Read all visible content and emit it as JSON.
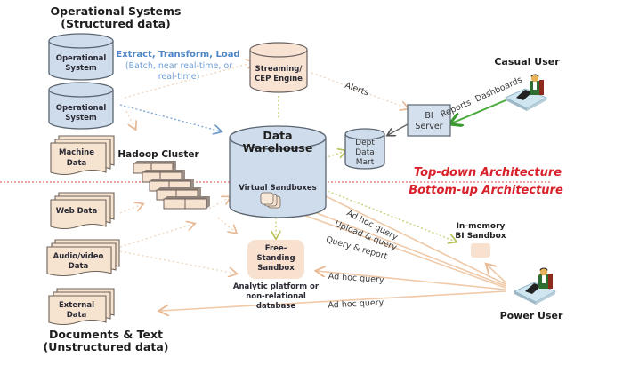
{
  "diagram": {
    "sections": {
      "structured_title": [
        "Operational Systems",
        "(Structured data)"
      ],
      "unstructured_title": [
        "Documents & Text",
        "(Unstructured data)"
      ],
      "top_down": "Top-down Architecture",
      "bottom_up": "Bottom-up Architecture"
    },
    "etl": {
      "title": "Extract, Transform, Load",
      "subtitle": [
        "(Batch, near real-time, or",
        "real-time)"
      ]
    },
    "nodes": {
      "operational_1": [
        "Operational",
        "System"
      ],
      "operational_2": [
        "Operational",
        "System"
      ],
      "machine_data": [
        "Machine",
        "Data"
      ],
      "web_data": [
        "Web Data"
      ],
      "audio_video": [
        "Audio/video",
        "Data"
      ],
      "external_data": [
        "External",
        "Data"
      ],
      "hadoop": "Hadoop Cluster",
      "streaming": [
        "Streaming/",
        "CEP Engine"
      ],
      "warehouse": [
        "Data",
        "Warehouse"
      ],
      "virtual_sandboxes": "Virtual Sandboxes",
      "dept_mart": [
        "Dept",
        "Data",
        "Mart"
      ],
      "bi_server": [
        "BI",
        "Server"
      ],
      "in_memory": [
        "In-memory",
        "BI Sandbox"
      ],
      "free_standing": [
        "Free-",
        "Standing",
        "Sandbox"
      ],
      "analytic_platform": [
        "Analytic platform or",
        "non-relational",
        "database"
      ],
      "casual_user": "Casual User",
      "power_user": "Power User"
    },
    "edge_labels": {
      "alerts": "Alerts",
      "reports": "Reports, Dashboards",
      "adhoc_1": "Ad hoc query",
      "upload": "Upload & query",
      "query_report": "Query & report",
      "adhoc_2": "Ad hoc query",
      "adhoc_3": "Ad hoc query"
    },
    "icons": {
      "user": "person-at-laptop-icon"
    }
  }
}
